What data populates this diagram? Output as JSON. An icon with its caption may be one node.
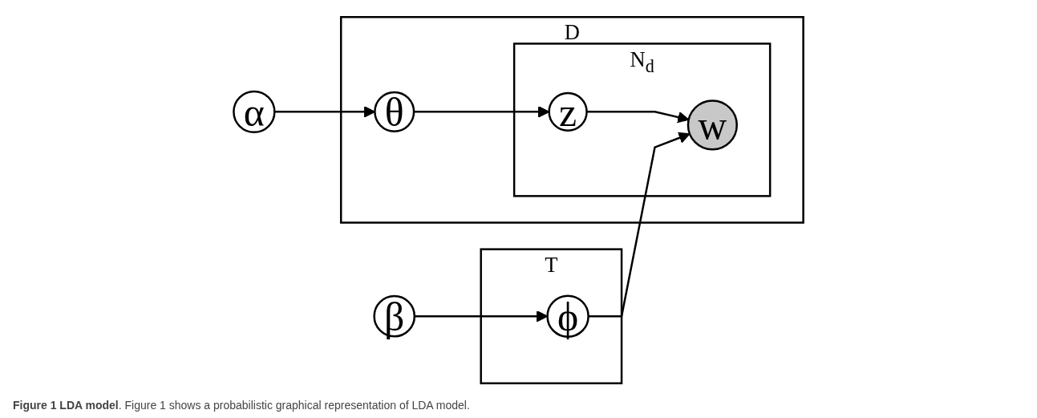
{
  "diagram": {
    "caption": "**Figure 1 LDA model**. Figure 1 shows a probabilistic graphical representation of LDA model.",
    "nodes": [
      {
        "text": [
          "α"
        ]
      },
      {
        "text": [
          "D"
        ]
      },
      {
        "text": [
          "θ"
        ],
        "in": 1
      },
      {
        "text": [
          "N$_{d}$"
        ],
        "in": 1
      },
      {
        "text": [
          "z"
        ],
        "in": 3
      },
      {
        "text": [
          "w"
        ],
        "in": 3
      },
      {
        "text": [
          "β"
        ]
      },
      {
        "text": [
          "T"
        ]
      },
      {
        "text": [
          "ϕ"
        ],
        "in": 7
      }
    ],
    "edges": [
      {
        "from": 0,
        "to": 2,
        "arrow": "to"
      },
      {
        "from": 2,
        "to": 4,
        "arrow": "to"
      },
      {
        "from": 4,
        "to": 5,
        "arrow": "to"
      },
      {
        "from": 6,
        "to": 8,
        "arrow": "to"
      },
      {
        "from": 8,
        "to": 5,
        "arrow": "to"
      }
    ]
  }
}
